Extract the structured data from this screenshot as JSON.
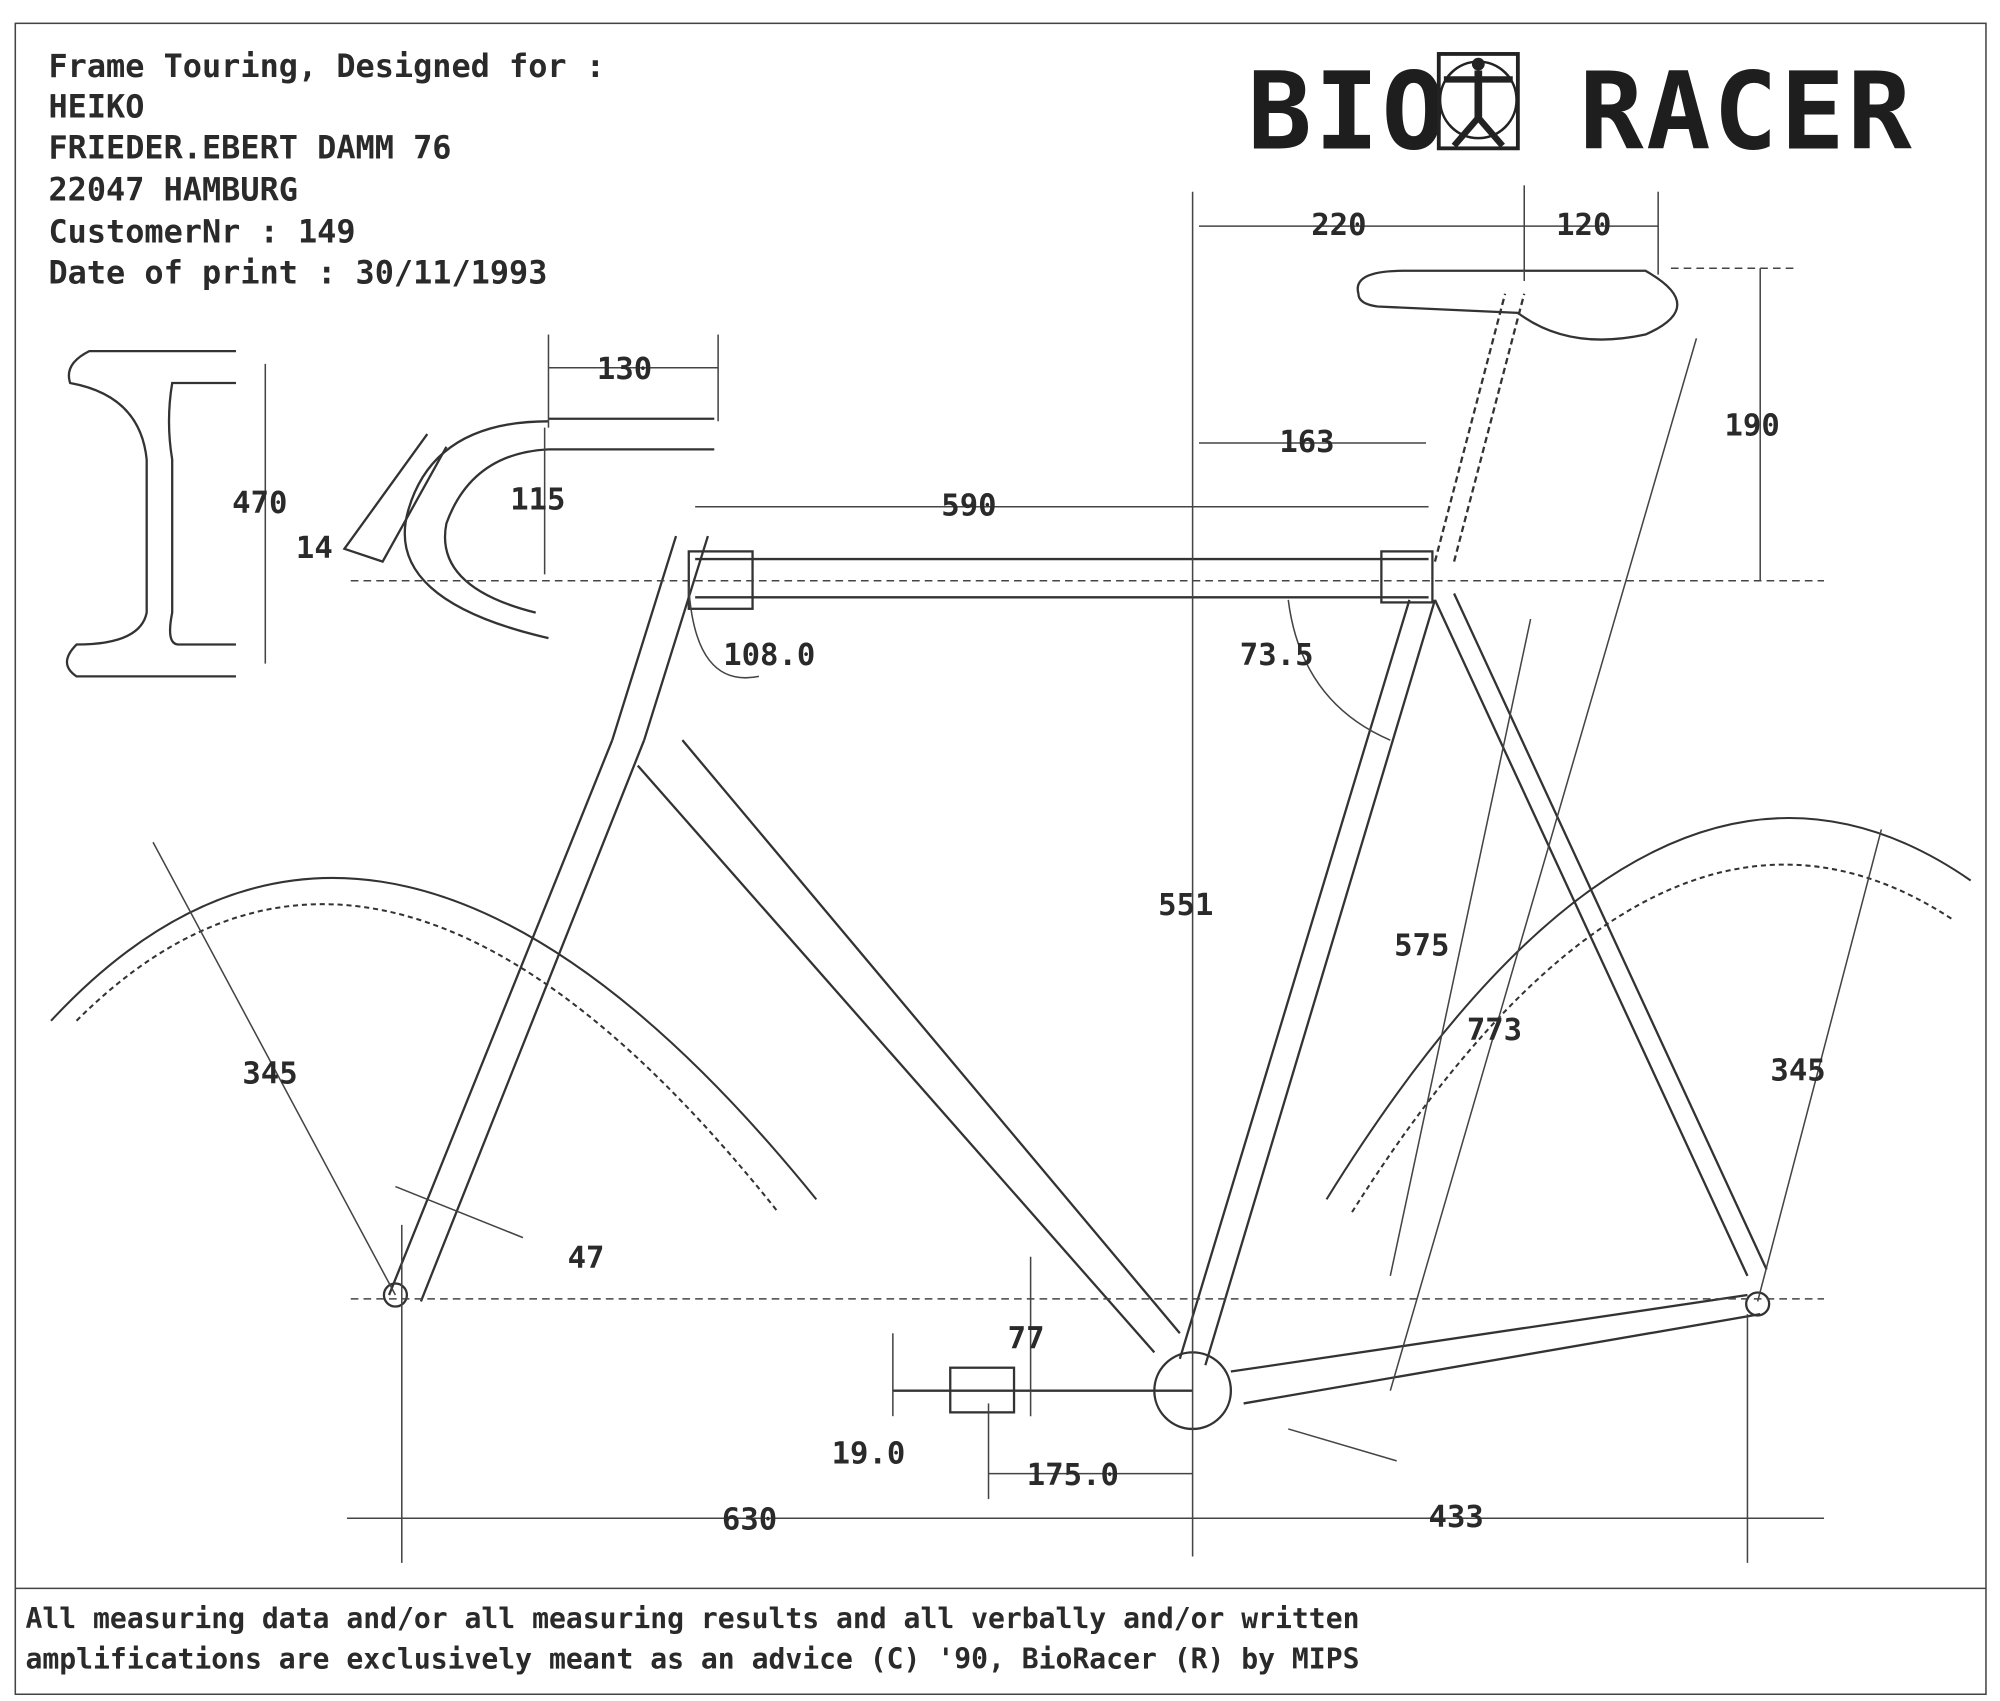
{
  "header": {
    "line1": "Frame Touring,  Designed for :",
    "name": "HEIKO",
    "street": "FRIEDER.EBERT DAMM 76",
    "city": "22047  HAMBURG",
    "customer": "CustomerNr     : 149",
    "date": "Date of print  : 30/11/1993"
  },
  "logo": {
    "left": "BIO",
    "right": "RACER"
  },
  "dims": {
    "saddle_setback": "220",
    "saddle_nose": "120",
    "stem_length": "130",
    "seat_to_tt": "163",
    "saddle_drop": "190",
    "top_tube": "590",
    "bar_width": "470",
    "bar_angle": "14",
    "bar_drop": "115",
    "head_angle": "108.0",
    "seat_angle": "73.5",
    "stack": "551",
    "seat_tube": "575",
    "saddle_height": "773",
    "front_radius": "345",
    "rear_radius": "345",
    "fork_rake": "47",
    "bb_drop": "77",
    "pedal": "19.0",
    "crank": "175.0",
    "front_center": "630",
    "chainstay": "433"
  },
  "footer": {
    "line1": "All measuring data and/or all measuring results and all verbally and/or written",
    "line2": "amplifications are exclusively meant as an advice (C) '90, BioRacer (R) by MIPS"
  }
}
